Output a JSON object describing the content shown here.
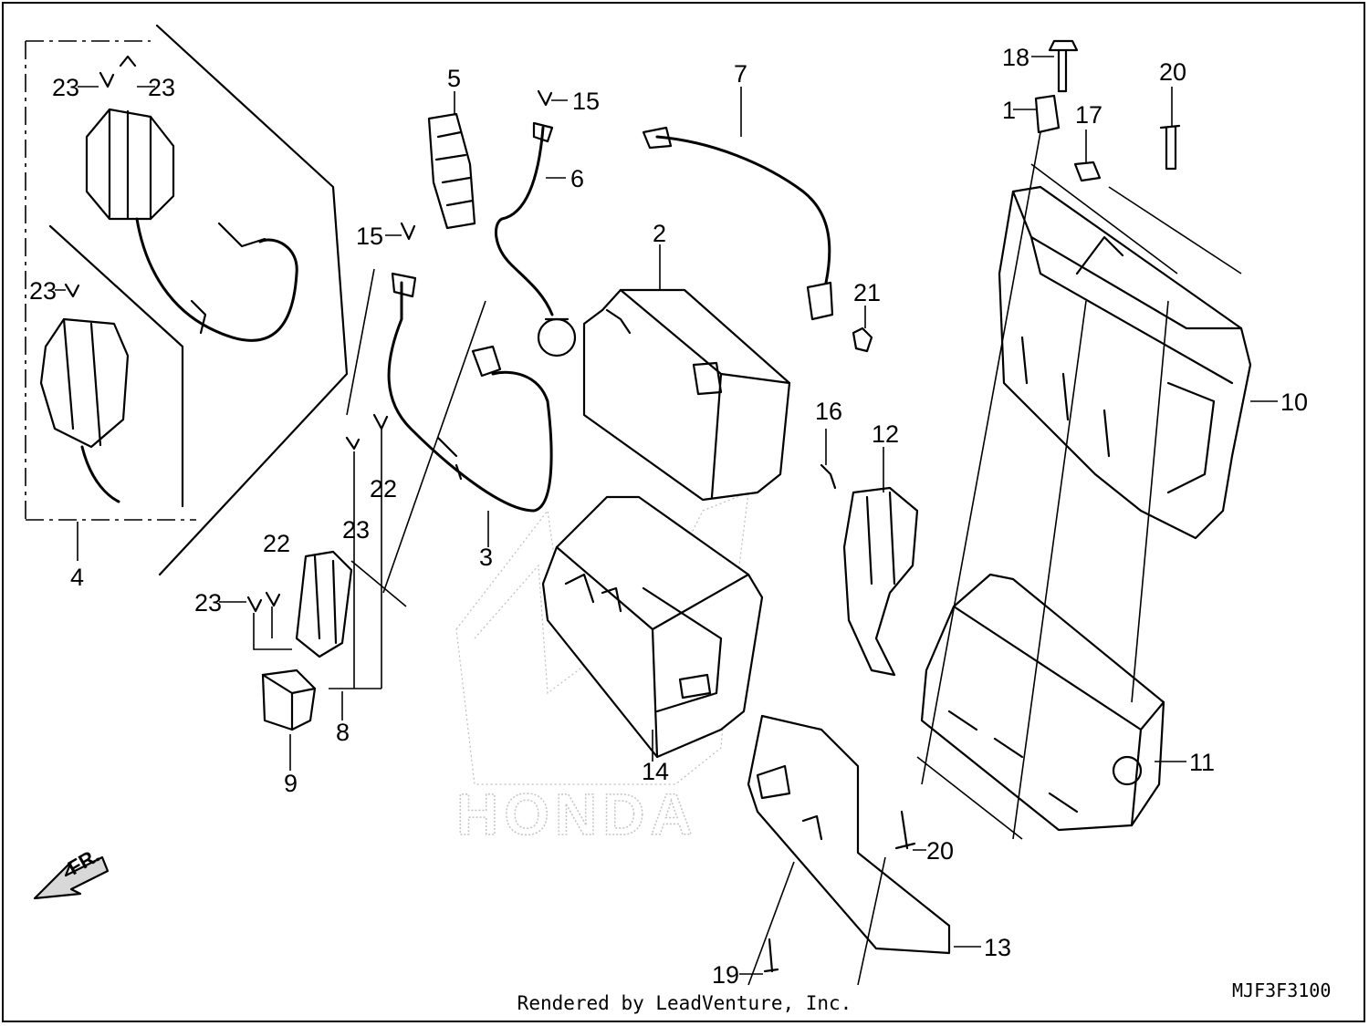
{
  "diagram": {
    "callouts": [
      "1",
      "2",
      "3",
      "4",
      "5",
      "6",
      "7",
      "8",
      "9",
      "10",
      "11",
      "12",
      "13",
      "14",
      "15",
      "15",
      "16",
      "17",
      "18",
      "19",
      "20",
      "20",
      "21",
      "22",
      "22",
      "23",
      "23",
      "23",
      "23",
      "23"
    ],
    "direction_label": "FR.",
    "diagram_code": "MJF3F3100",
    "watermark_text": "HONDA"
  },
  "footer": {
    "text": "Rendered by LeadVenture, Inc."
  }
}
